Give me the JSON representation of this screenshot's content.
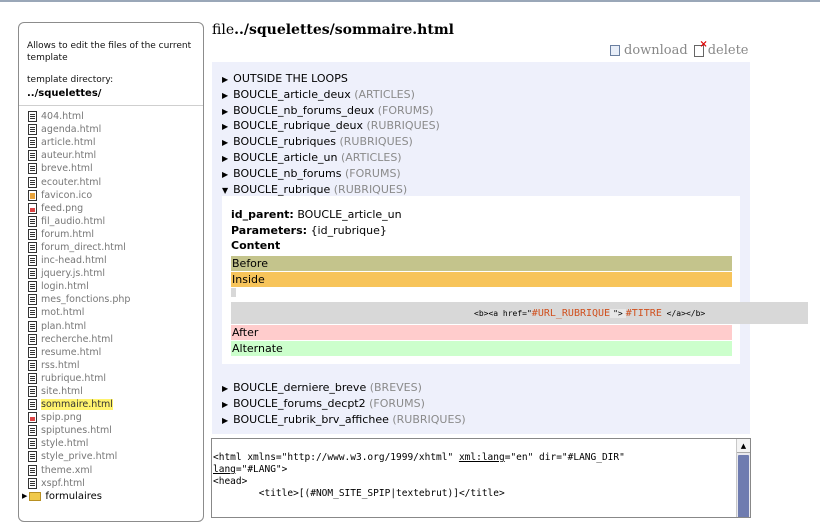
{
  "sidebar": {
    "description": "Allows to edit the files of the current template",
    "dir_label": "template directory:",
    "dir_value": "../squelettes/",
    "files": [
      {
        "name": "404.html",
        "icon": "file-icon"
      },
      {
        "name": "agenda.html",
        "icon": "file-icon"
      },
      {
        "name": "article.html",
        "icon": "file-icon"
      },
      {
        "name": "auteur.html",
        "icon": "file-icon"
      },
      {
        "name": "breve.html",
        "icon": "file-icon"
      },
      {
        "name": "ecouter.html",
        "icon": "file-icon"
      },
      {
        "name": "favicon.ico",
        "icon": "ico-file-icon"
      },
      {
        "name": "feed.png",
        "icon": "image-file-icon"
      },
      {
        "name": "fil_audio.html",
        "icon": "file-icon"
      },
      {
        "name": "forum.html",
        "icon": "file-icon"
      },
      {
        "name": "forum_direct.html",
        "icon": "file-icon"
      },
      {
        "name": "inc-head.html",
        "icon": "file-icon"
      },
      {
        "name": "jquery.js.html",
        "icon": "file-icon"
      },
      {
        "name": "login.html",
        "icon": "file-icon"
      },
      {
        "name": "mes_fonctions.php",
        "icon": "php-file-icon"
      },
      {
        "name": "mot.html",
        "icon": "file-icon"
      },
      {
        "name": "plan.html",
        "icon": "file-icon"
      },
      {
        "name": "recherche.html",
        "icon": "file-icon"
      },
      {
        "name": "resume.html",
        "icon": "file-icon"
      },
      {
        "name": "rss.html",
        "icon": "file-icon"
      },
      {
        "name": "rubrique.html",
        "icon": "file-icon"
      },
      {
        "name": "site.html",
        "icon": "file-icon"
      },
      {
        "name": "sommaire.html",
        "icon": "file-icon",
        "selected": true
      },
      {
        "name": "spip.png",
        "icon": "image-file-icon"
      },
      {
        "name": "spiptunes.html",
        "icon": "file-icon"
      },
      {
        "name": "style.html",
        "icon": "file-icon"
      },
      {
        "name": "style_prive.html",
        "icon": "file-icon"
      },
      {
        "name": "theme.xml",
        "icon": "file-icon"
      },
      {
        "name": "xspf.html",
        "icon": "file-icon"
      }
    ],
    "folder": {
      "name": "formulaires",
      "icon": "folder-icon"
    },
    "selected_color": "#fff36e"
  },
  "header": {
    "prefix": "file",
    "path": "../squelettes/sommaire.html",
    "download_label": "download",
    "delete_label": "delete"
  },
  "loops": [
    {
      "name": "OUTSIDE THE LOOPS",
      "type": "",
      "expanded": false
    },
    {
      "name": "BOUCLE_article_deux",
      "type": "(ARTICLES)",
      "expanded": false
    },
    {
      "name": "BOUCLE_nb_forums_deux",
      "type": "(FORUMS)",
      "expanded": false
    },
    {
      "name": "BOUCLE_rubrique_deux",
      "type": "(RUBRIQUES)",
      "expanded": false
    },
    {
      "name": "BOUCLE_rubriques",
      "type": "(RUBRIQUES)",
      "expanded": false
    },
    {
      "name": "BOUCLE_article_un",
      "type": "(ARTICLES)",
      "expanded": false
    },
    {
      "name": "BOUCLE_nb_forums",
      "type": "(FORUMS)",
      "expanded": false
    },
    {
      "name": "BOUCLE_rubrique",
      "type": "(RUBRIQUES)",
      "expanded": true
    }
  ],
  "loops_after": [
    {
      "name": "BOUCLE_derniere_breve",
      "type": "(BREVES)"
    },
    {
      "name": "BOUCLE_forums_decpt2",
      "type": "(FORUMS)"
    },
    {
      "name": "BOUCLE_rubrik_brv_affichee",
      "type": "(RUBRIQUES)"
    }
  ],
  "detail": {
    "id_parent_label": "id_parent:",
    "id_parent_value": "BOUCLE_article_un",
    "parameters_label": "Parameters:",
    "parameters_value": "{id_rubrique}",
    "content_label": "Content",
    "before_label": "Before",
    "inside_label": "Inside",
    "after_label": "After",
    "alternate_label": "Alternate",
    "code_open": "<b><a href=\"",
    "code_tag1": "#URL_RUBRIQUE",
    "code_mid": "\">",
    "code_tag2": "#TITRE",
    "code_close": "</a></b>",
    "colors": {
      "before": "#c4c48c",
      "inside": "#f7c45a",
      "after": "#ffcccc",
      "alternate": "#ccffcc"
    }
  },
  "editor": {
    "line1a": "<html xmlns=\"http://www.w3.org/1999/xhtml\" ",
    "line1b": "xml:lang",
    "line1c": "=\"en\" dir=\"#LANG_DIR\"",
    "line2a": "lang",
    "line2b": "=\"#LANG\">",
    "line3": "<head>",
    "line4": "        <title>[(#NOM_SITE_SPIP|textebrut)]</title>"
  }
}
